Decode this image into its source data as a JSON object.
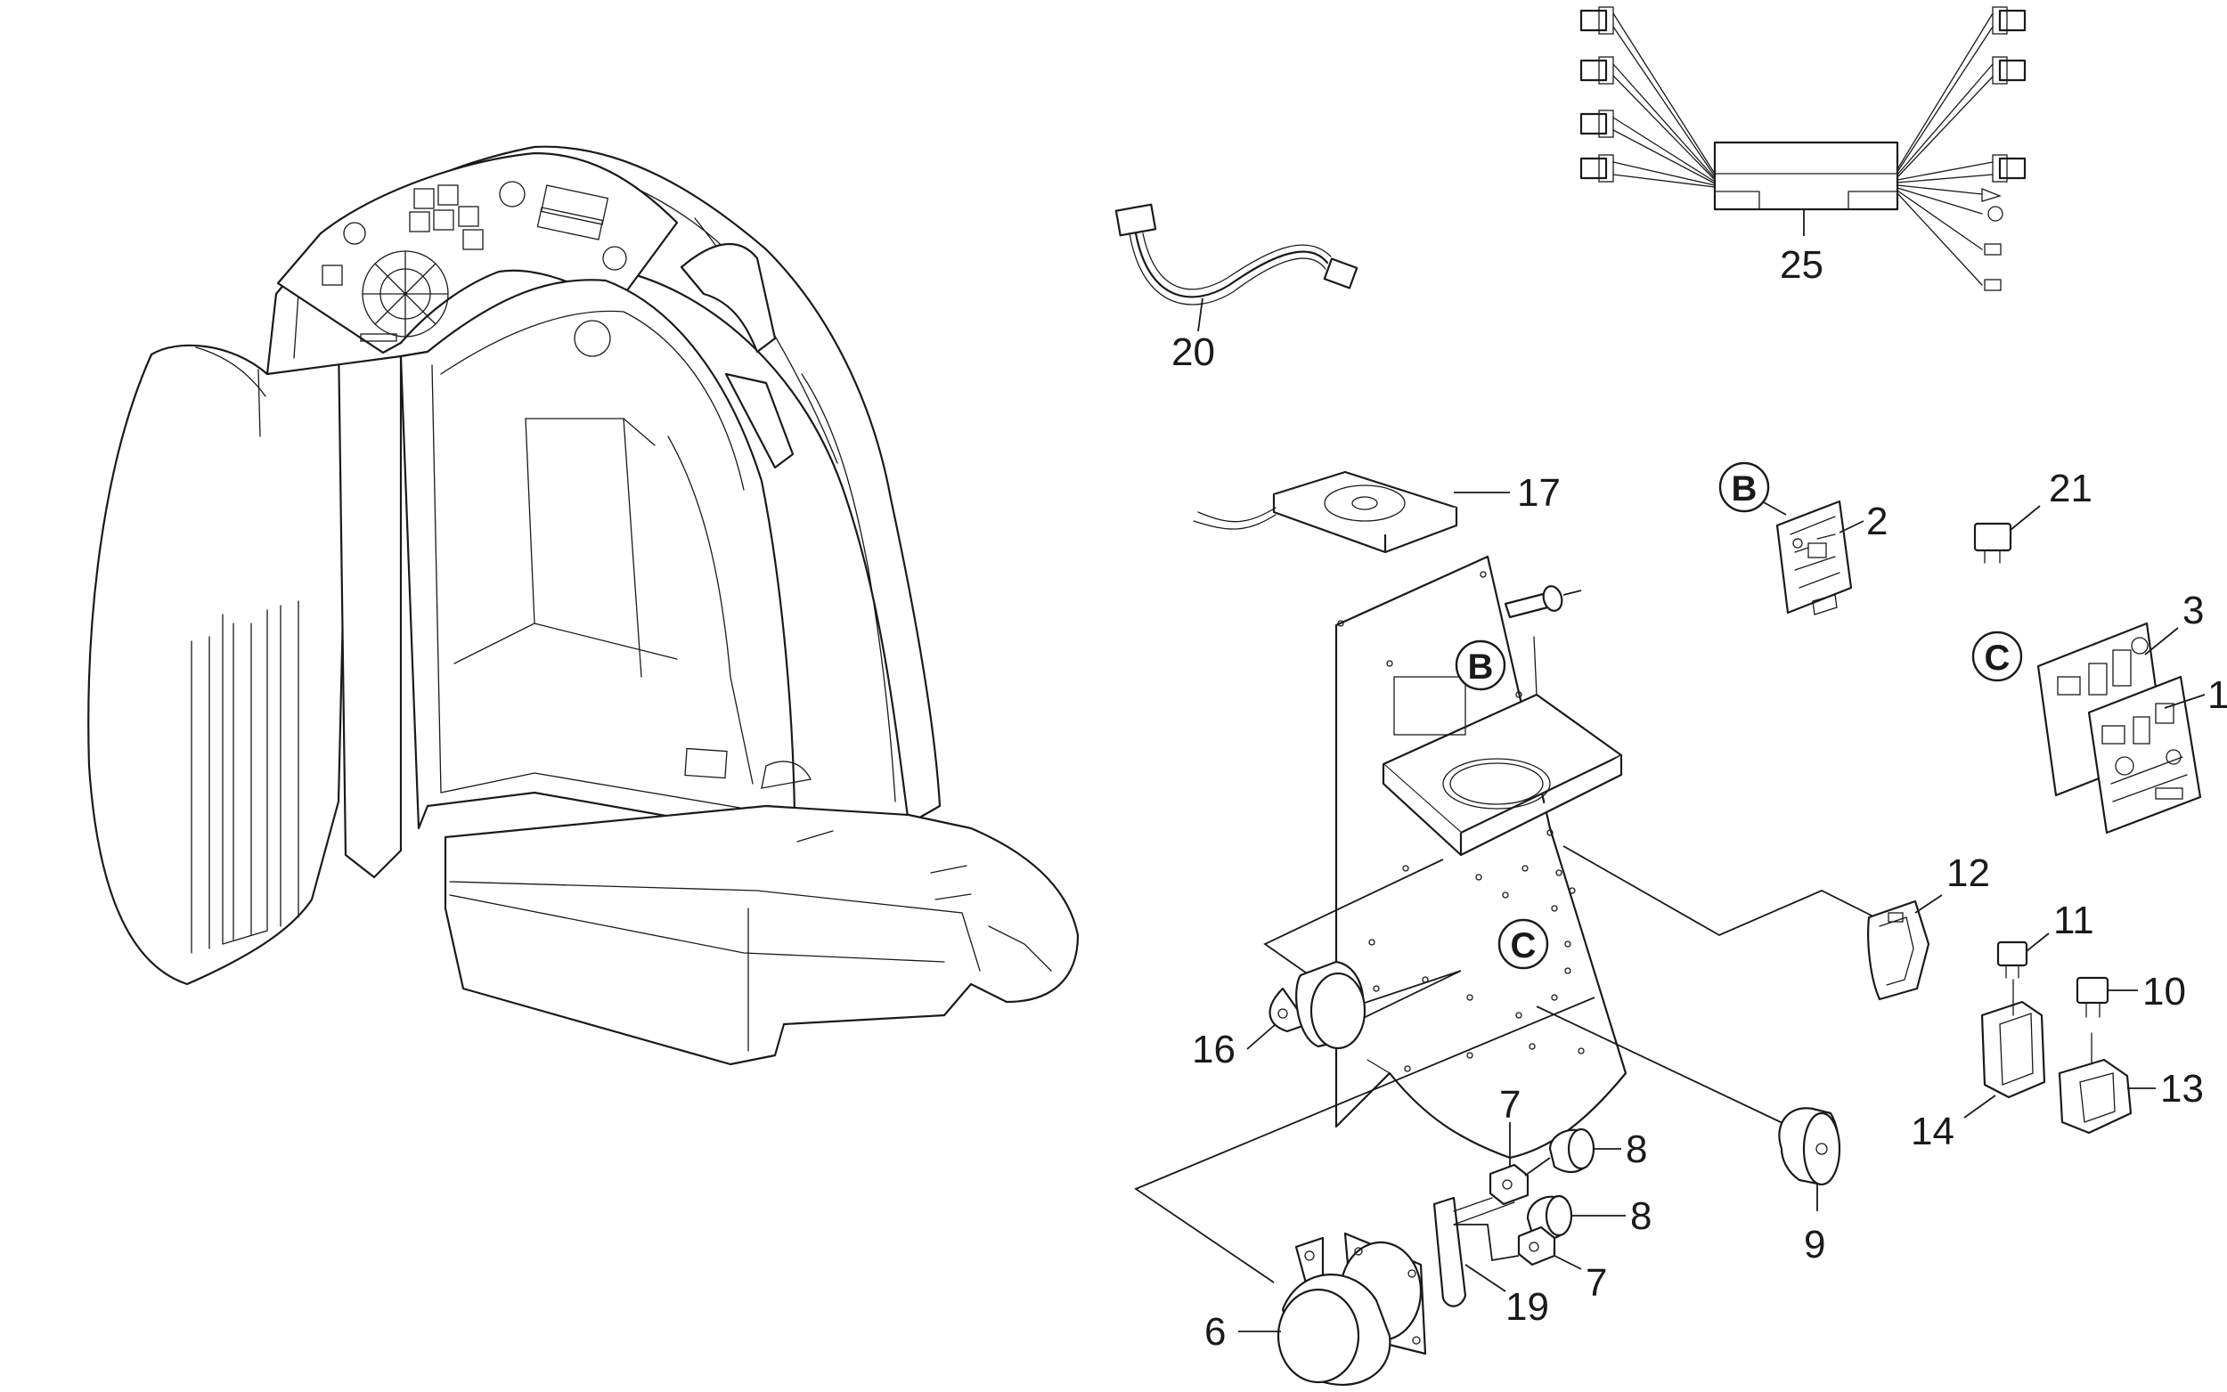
{
  "callouts": {
    "c1": "1",
    "c2": "2",
    "c3": "3",
    "c6": "6",
    "c7a": "7",
    "c7b": "7",
    "c8a": "8",
    "c8b": "8",
    "c9": "9",
    "c10": "10",
    "c11": "11",
    "c12": "12",
    "c13": "13",
    "c14": "14",
    "c16": "16",
    "c17": "17",
    "c19": "19",
    "c20": "20",
    "c21": "21",
    "c25": "25"
  },
  "badges": {
    "b_top": "B",
    "b_panel": "B",
    "c_board": "C",
    "c_panel": "C"
  },
  "colors": {
    "line": "#1a1a1a",
    "background": "#ffffff"
  }
}
